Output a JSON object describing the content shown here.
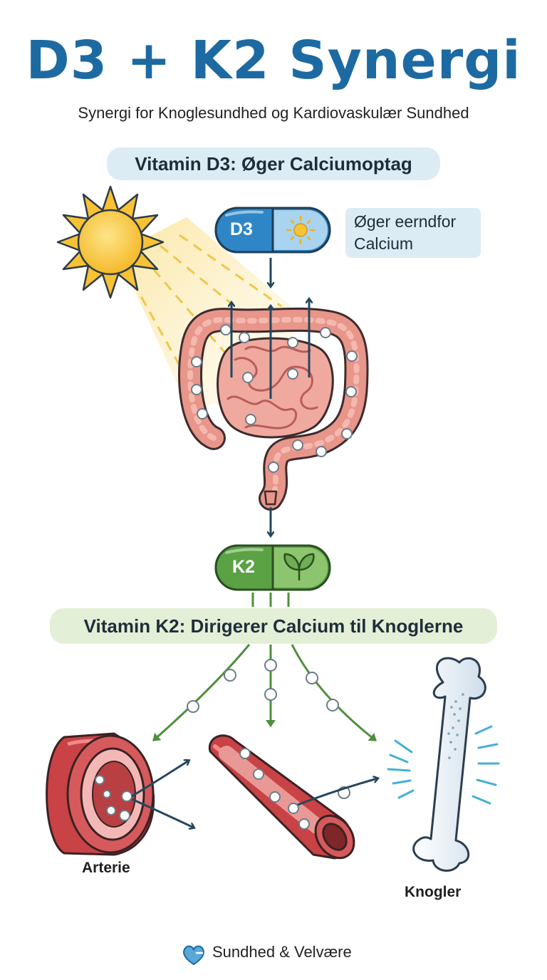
{
  "title": "D3 + K2 Synergi",
  "subtitle": "Synergi for Knoglesundhed og Kardiovaskulær Sundhed",
  "d3_section": {
    "heading": "Vitamin D3: Øger Calciumoptag",
    "capsule_label": "D3",
    "note_line1": "Øger eerndfor",
    "note_line2": "Calcium"
  },
  "k2_section": {
    "heading": "Vitamin K2: Dirigerer Calcium til Knoglerne",
    "capsule_label": "K2"
  },
  "labels": {
    "artery": "Arterie",
    "bones": "Knogler"
  },
  "footer": {
    "brand": "Sundhed & Velvære",
    "icon": "heart-icon"
  },
  "colors": {
    "title_blue": "#1d6aa2",
    "d3_blue": "#2f86c6",
    "k2_green": "#5aa244",
    "arrow_dark": "#24475e",
    "arrow_green": "#4f8f3c",
    "intestine": "#e89a8f",
    "artery_red": "#d0484b",
    "bone": "#e9f1f7",
    "sun": "#f6c93a"
  }
}
